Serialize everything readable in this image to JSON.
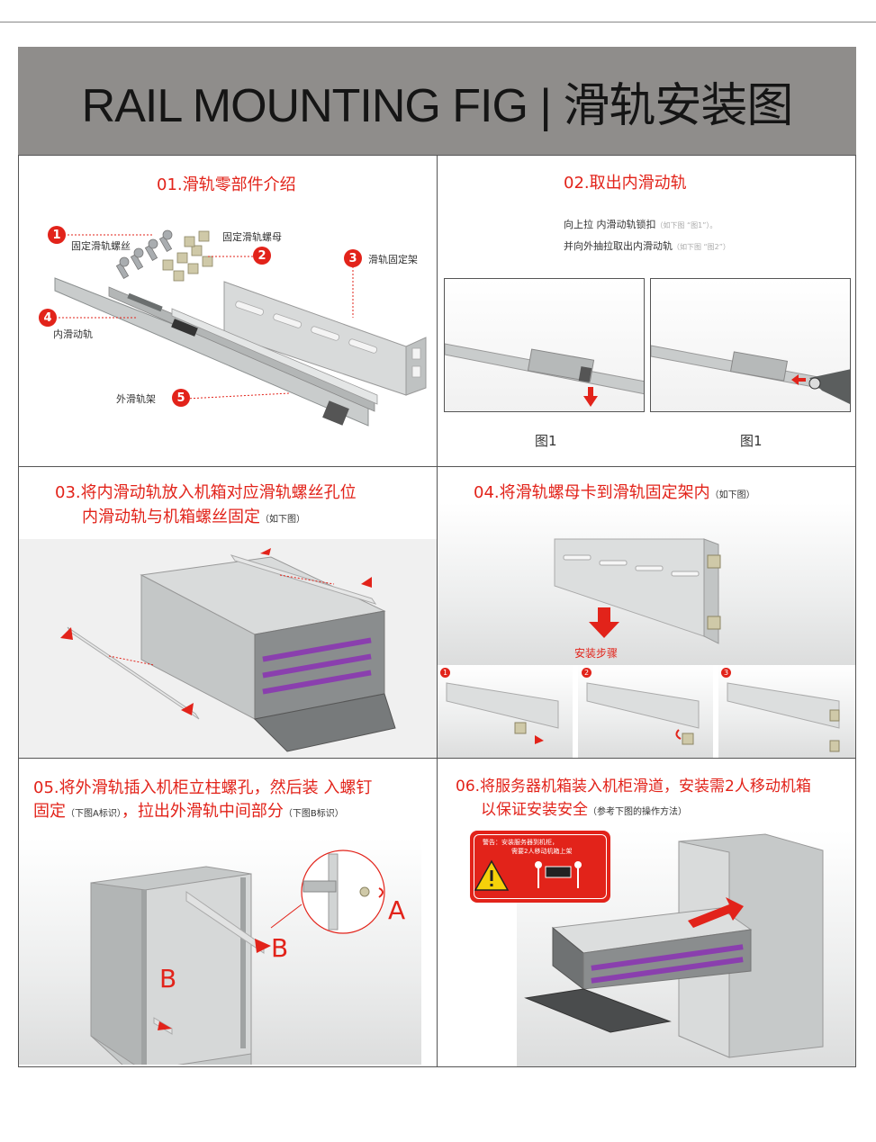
{
  "header": {
    "title": "RAIL MOUNTING FIG | 滑轨安装图"
  },
  "section1": {
    "title": "01.滑轨零部件介绍",
    "parts": [
      {
        "num": "1",
        "label": "固定滑轨螺丝"
      },
      {
        "num": "2",
        "label": "固定滑轨螺母"
      },
      {
        "num": "3",
        "label": "滑轨固定架"
      },
      {
        "num": "4",
        "label": "内滑动轨"
      },
      {
        "num": "5",
        "label": "外滑轨架"
      }
    ]
  },
  "section2": {
    "title": "02.取出内滑动轨",
    "line1": "向上拉 内滑动轨锁扣",
    "line1_note": "（如下图 “图1”）。",
    "line2": "并向外抽拉取出内滑动轨",
    "line2_note": "（如下图 “图2”）",
    "fig_left_caption": "图1",
    "fig_right_caption": "图1"
  },
  "section3": {
    "title_line1": "03.将内滑动轨放入机箱对应滑轨螺丝孔位",
    "title_line2": "内滑动轨与机箱螺丝固定",
    "title_note": "（如下图）"
  },
  "section4": {
    "title": "04.将滑轨螺母卡到滑轨固定架内",
    "title_note": "（如下图）",
    "steps_label": "安装步骤",
    "steps": [
      "1",
      "2",
      "3"
    ]
  },
  "section5": {
    "title_line1": "05.将外滑轨插入机柜立柱螺孔，然后装 入螺钉",
    "title_line2a": "固定",
    "title_note_a": "（下图A标识）",
    "title_line2b": "，拉出外滑轨中间部分",
    "title_note_b": "（下图B标识）",
    "marker_a": "A",
    "marker_b1": "B",
    "marker_b2": "B"
  },
  "section6": {
    "title_line1": "06.将服务器机箱装入机柜滑道，安装需2人移动机箱",
    "title_line2": "以保证安装安全",
    "title_note": "（参考下图的操作方法）",
    "warning_line1": "警告：安装服务器到机柜，",
    "warning_line2": "需要2人移动机箱上架"
  },
  "colors": {
    "accent": "#e2231a",
    "header_bg": "#8f8d8b",
    "rail": "#c9cccc"
  }
}
